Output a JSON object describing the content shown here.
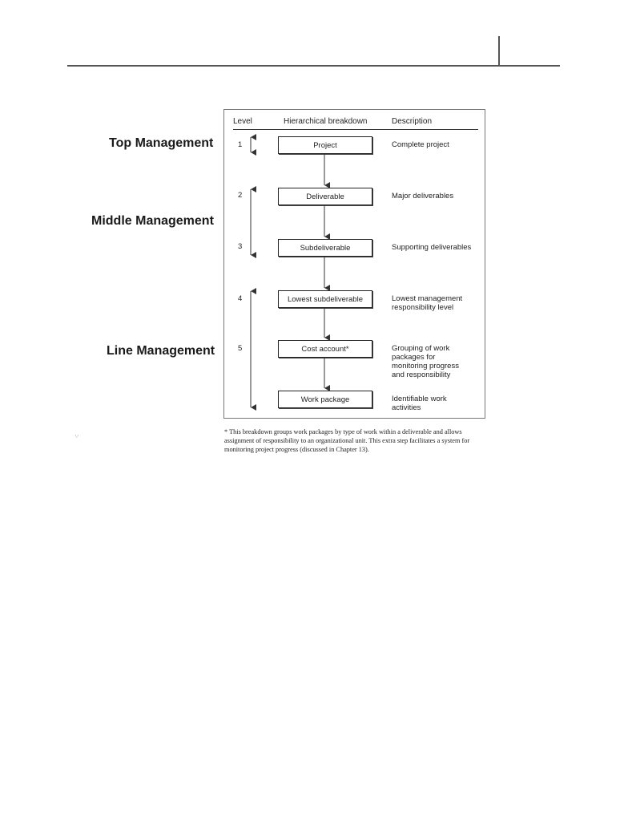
{
  "page": {
    "management_labels": {
      "top": "Top Management",
      "middle": "Middle Management",
      "line": "Line Management"
    },
    "margin_mark": "∵"
  },
  "figure": {
    "headers": {
      "level": "Level",
      "breakdown": "Hierarchical breakdown",
      "description": "Description"
    },
    "levels": [
      {
        "level": "1",
        "box": "Project",
        "description": "Complete project"
      },
      {
        "level": "2",
        "box": "Deliverable",
        "description": "Major deliverables"
      },
      {
        "level": "3",
        "box": "Subdeliverable",
        "description": "Supporting deliverables"
      },
      {
        "level": "4",
        "box": "Lowest subdeliverable",
        "description": "Lowest management responsibility level"
      },
      {
        "level": "5",
        "box": "Cost account*",
        "description": "Grouping of work packages for monitoring progress and responsibility"
      },
      {
        "level": "",
        "box": "Work package",
        "description": "Identifiable work activities"
      }
    ],
    "footnote": "* This breakdown groups work packages by type of work within a deliverable and allows assignment of responsibility to an organizational unit. This extra step facilitates a system for monitoring project progress (discussed in Chapter 13)."
  }
}
